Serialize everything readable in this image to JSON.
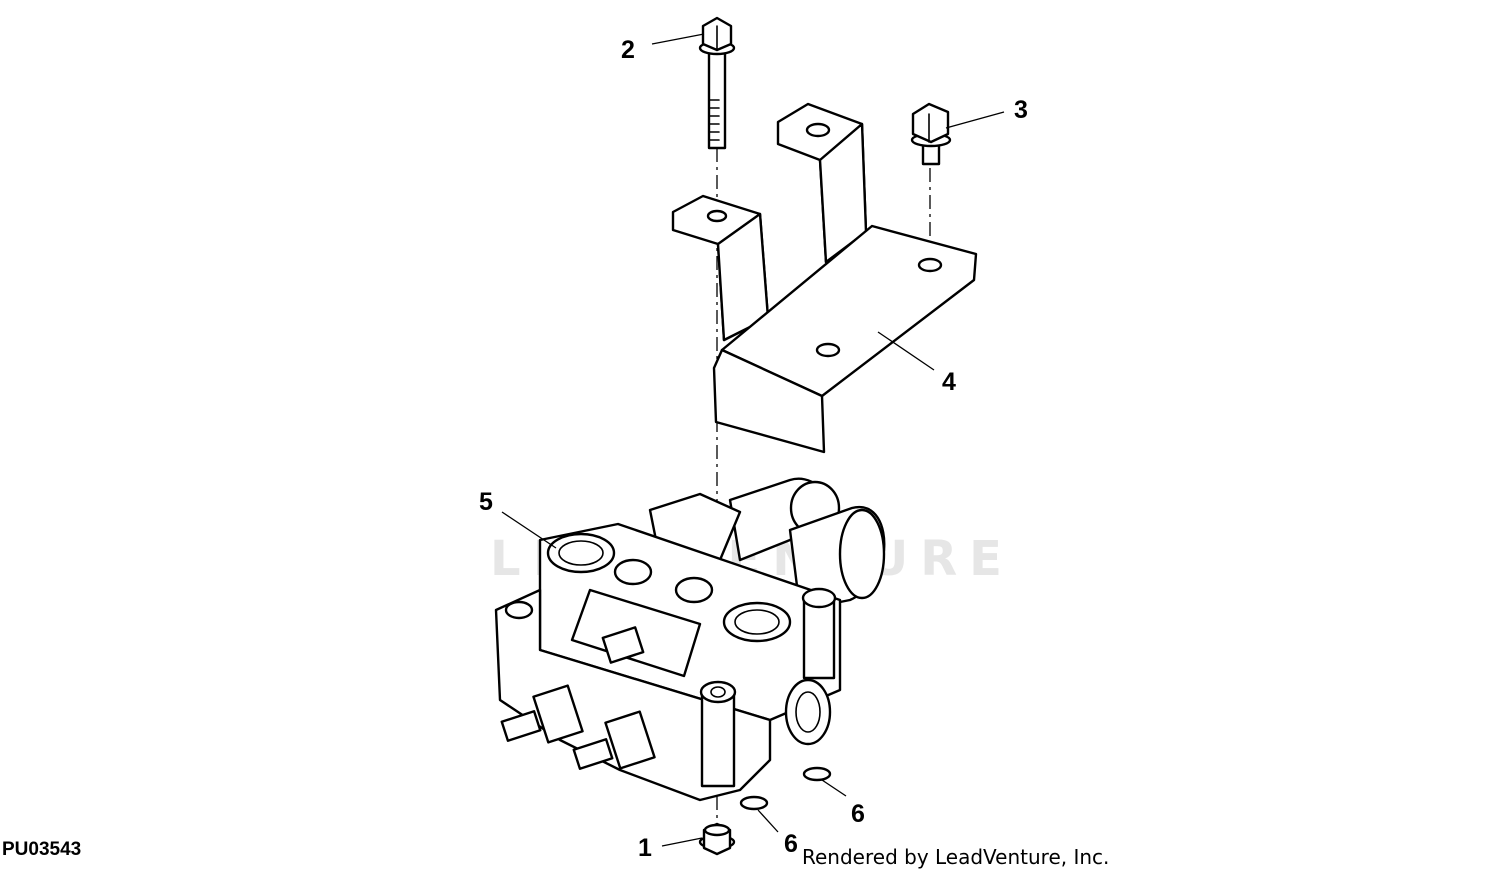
{
  "diagram": {
    "figure_id": "PU03543",
    "credit": "Rendered by LeadVenture, Inc.",
    "watermark": "LEADVENTURE",
    "callouts": [
      {
        "id": "callout-1",
        "label": "1"
      },
      {
        "id": "callout-2",
        "label": "2"
      },
      {
        "id": "callout-3",
        "label": "3"
      },
      {
        "id": "callout-4",
        "label": "4"
      },
      {
        "id": "callout-5",
        "label": "5"
      },
      {
        "id": "callout-6a",
        "label": "6"
      },
      {
        "id": "callout-6b",
        "label": "6"
      }
    ]
  }
}
